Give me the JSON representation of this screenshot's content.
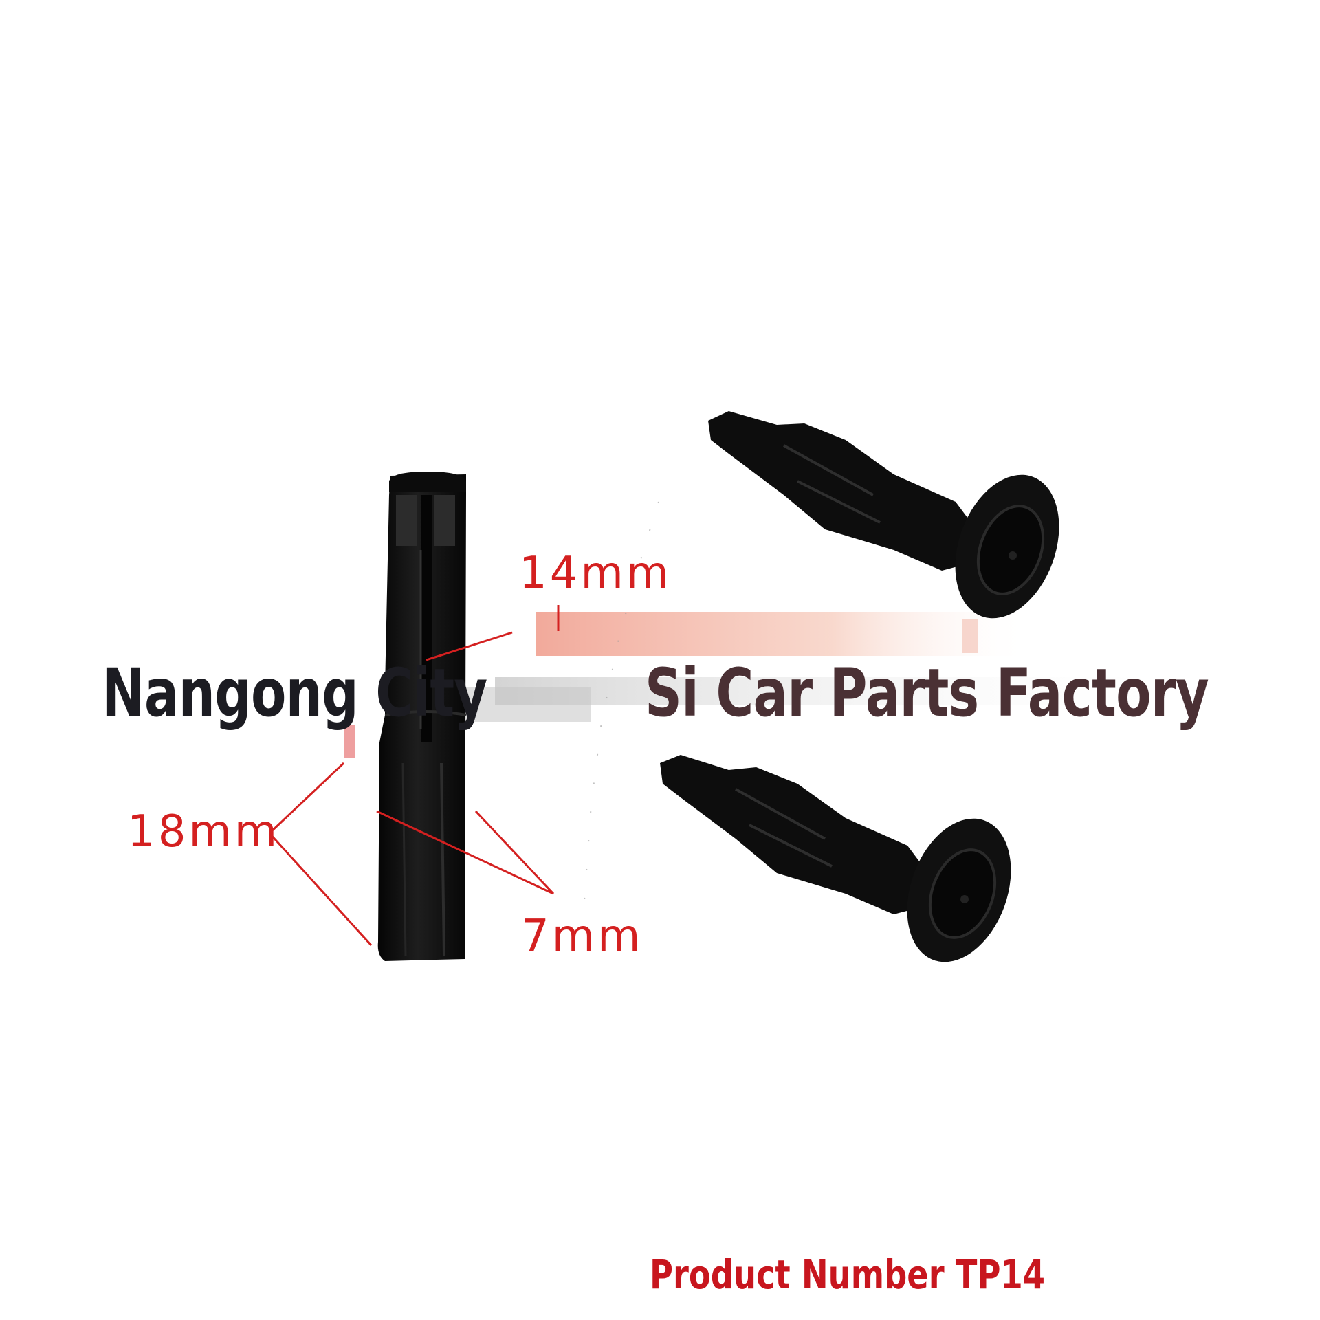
{
  "photo": {
    "part_color": "#121212",
    "annotation_color": "#d42020"
  },
  "dimensions": {
    "head_diameter": "14mm",
    "length": "18mm",
    "shank_width": "7mm"
  },
  "watermark": {
    "left_text": "Nangong City",
    "right_text": "Si Car Parts Factory",
    "left_color": "#1c1c22",
    "right_color": "#4a3034"
  },
  "footer": {
    "product_number": "Product Number TP14",
    "color": "#c8161e"
  }
}
